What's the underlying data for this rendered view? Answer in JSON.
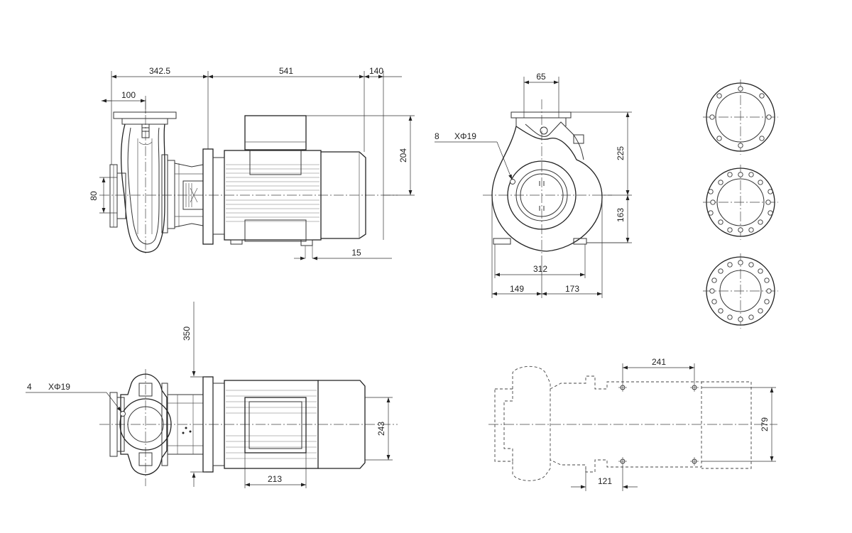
{
  "dimensions": {
    "front_suction_to_flange": "342.5",
    "front_motor_length": "541",
    "front_fan_cover": "140",
    "front_flange_offset": "100",
    "front_port_size": "80",
    "front_motor_height": "204",
    "front_foot_offset": "15",
    "side_outlet_width": "65",
    "side_holes_count": "8",
    "side_holes_spec": "XΦ19",
    "side_height_upper": "225",
    "side_height_lower": "163",
    "side_base_width": "312",
    "side_left_offset": "149",
    "side_right_offset": "173",
    "top_clearance": "350",
    "top_holes_count": "4",
    "top_holes_spec": "XΦ19",
    "top_motor_width": "243",
    "top_foot_spacing": "213",
    "plan_bolt_spacing": "241",
    "plan_width": "279",
    "plan_base_offset": "121"
  }
}
